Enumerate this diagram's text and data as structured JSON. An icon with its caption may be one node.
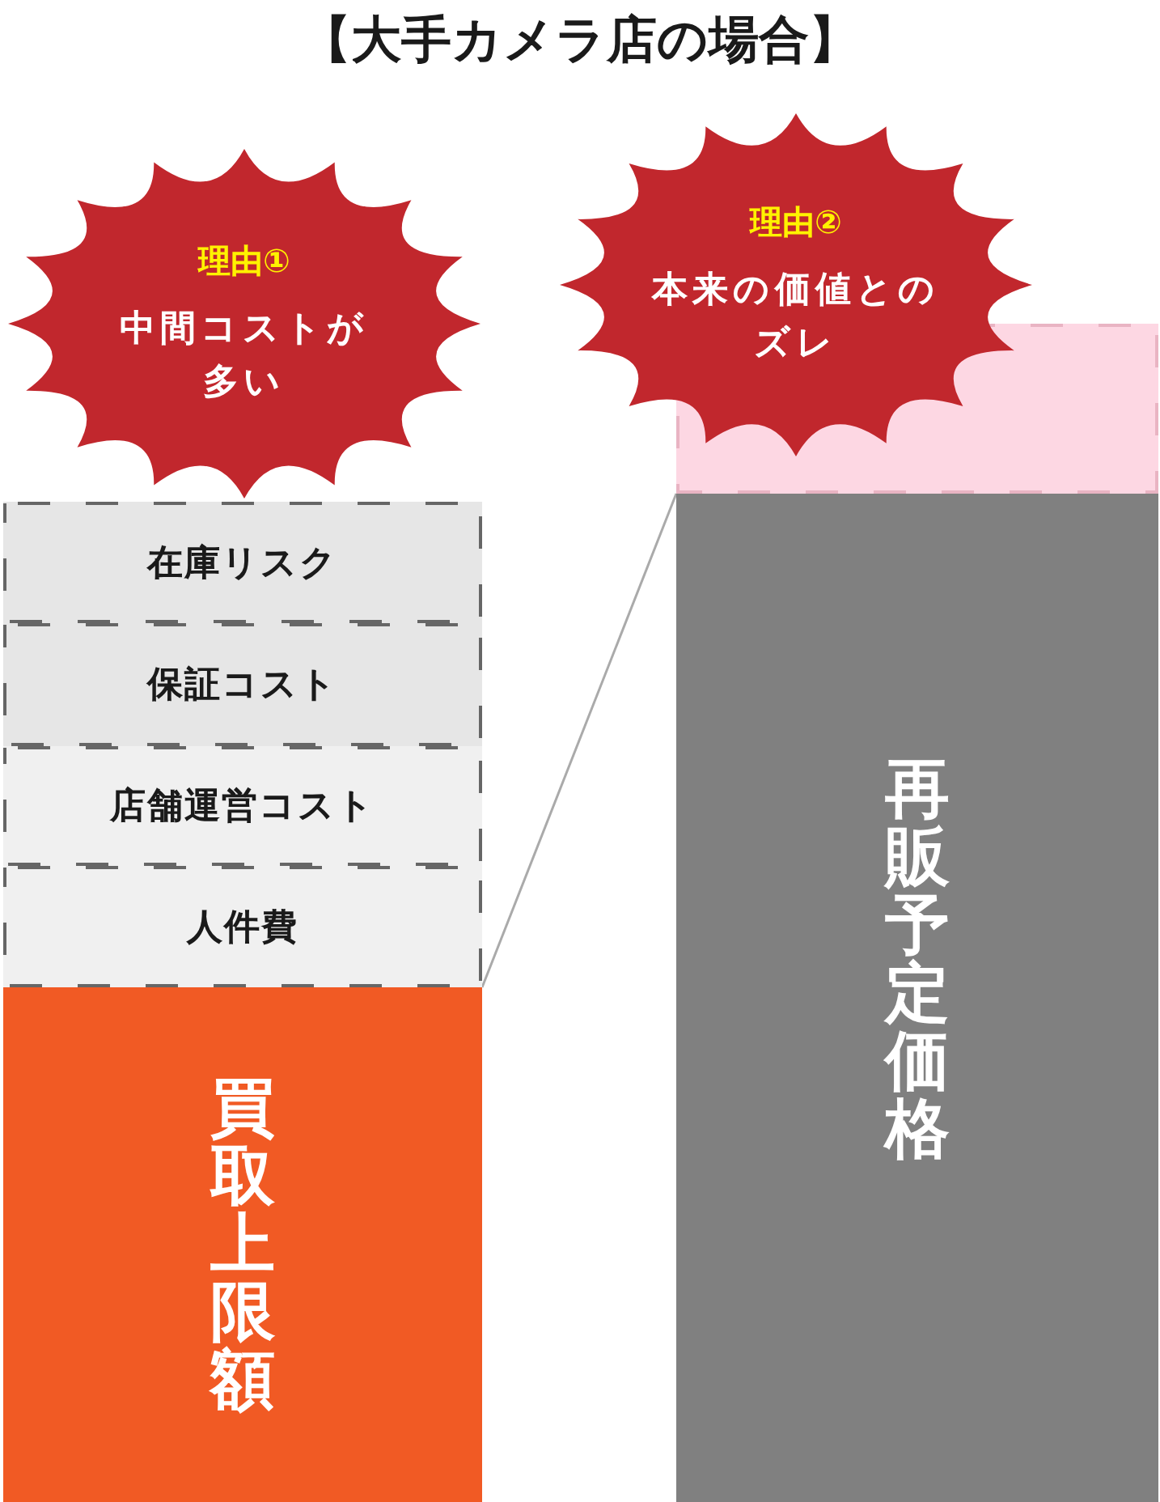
{
  "diagram": {
    "title": "【大手カメラ店の場合】",
    "nodes": [
      {
        "text": [
          "理由①",
          "中間コストが多い"
        ]
      },
      {
        "text": [
          "理由②",
          "本来の価値とのズレ"
        ]
      },
      {
        "text": [],
        "shape": "box"
      },
      {
        "text": [
          "在庫リスク"
        ]
      },
      {
        "text": [
          "保証コスト"
        ]
      },
      {
        "text": [
          "店舗運営コスト"
        ]
      },
      {
        "text": [
          "人件費"
        ]
      },
      {
        "text": [
          "買取上限額"
        ]
      },
      {
        "text": [
          "再販予定価格"
        ]
      }
    ],
    "edges": [
      {
        "from": 7,
        "to": 8,
        "arrow": "none"
      }
    ]
  }
}
